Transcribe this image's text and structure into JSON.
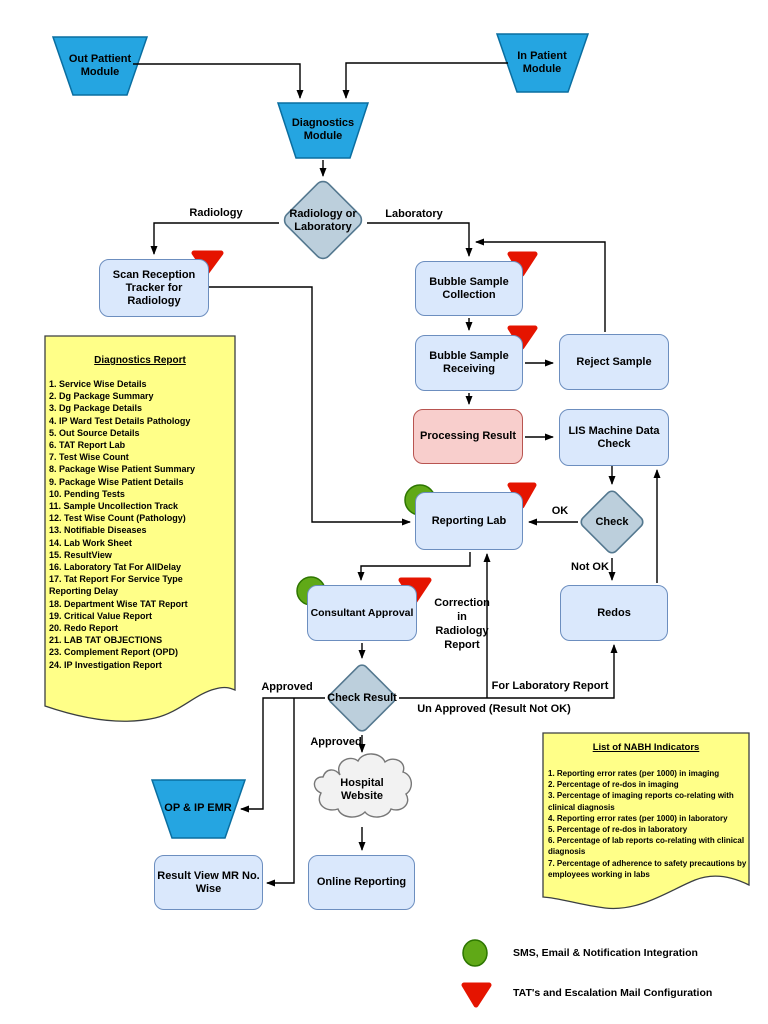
{
  "diagram": {
    "nodes": {
      "out_patient": "Out Pattient Module",
      "in_patient": "In Patient Module",
      "diagnostics": "Diagnostics Module",
      "radiology_or_laboratory": "Radiology or Laboratory",
      "scan_reception": "Scan Reception Tracker for Radiology",
      "bubble_collection": "Bubble Sample Collection",
      "bubble_receiving": "Bubble Sample Receiving",
      "reject_sample": "Reject Sample",
      "processing_result": "Processing Result",
      "lis_check": "LIS Machine Data Check",
      "check": "Check",
      "reporting_lab": "Reporting Lab",
      "redos": "Redos",
      "consultant_approval": "Consultant Approval",
      "check_result": "Check Result",
      "hospital_website": "Hospital Website",
      "op_ip_emr": "OP & IP EMR",
      "result_view": "Result View MR No. Wise",
      "online_reporting": "Online Reporting"
    },
    "edge_labels": {
      "radiology": "Radiology",
      "laboratory": "Laboratory",
      "ok": "OK",
      "not_ok": "Not OK",
      "approved_left": "Approved",
      "approved_down": "Approved",
      "un_approved": "Un Approved (Result Not OK)",
      "for_laboratory": "For Laboratory Report",
      "correction": "Correction in Radiology Report"
    },
    "notes": {
      "diagnostics_report": {
        "title": "Diagnostics Report",
        "items": [
          "1. Service Wise Details",
          "2. Dg Package Summary",
          "3. Dg Package Details",
          "4. IP Ward Test Details Pathology",
          "5. Out Source Details",
          "6. TAT Report Lab",
          "7. Test Wise Count",
          "8. Package Wise Patient Summary",
          "9. Package Wise Patient Details",
          "10. Pending Tests",
          "11. Sample Uncollection Track",
          "12. Test Wise Count (Pathology)",
          "13. Notifiable Diseases",
          "14. Lab Work Sheet",
          "15. ResultView",
          "16. Laboratory Tat For AllDelay",
          "17. Tat Report For Service Type Reporting Delay",
          "18. Department Wise TAT Report",
          "19. Critical Value Report",
          "20. Redo Report",
          "21. LAB TAT OBJECTIONS",
          "23. Complement Report (OPD)",
          "24. IP Investigation Report"
        ]
      },
      "nabh_indicators": {
        "title": "List of NABH Indicators",
        "items": [
          "1. Reporting error rates (per 1000) in imaging",
          "2. Percentage of re-dos in imaging",
          "3. Percentage of imaging reports co-relating with clinical diagnosis",
          "4. Reporting error rates (per 1000) in laboratory",
          "5. Percentage of re-dos in laboratory",
          "6. Percentage of lab reports co-relating with clinical diagnosis",
          "7. Percentage of adherence to safety precautions by employees working in labs"
        ]
      }
    },
    "legend": [
      {
        "icon": "green-circle",
        "label": "SMS, Email & Notification Integration"
      },
      {
        "icon": "red-triangle",
        "label": "TAT's and Escalation Mail Configuration"
      }
    ],
    "colors": {
      "node_fill": "#dae8fc",
      "node_border": "#6c8ebf",
      "alert_fill": "#f8cecc",
      "alert_border": "#b85450",
      "module_fill": "#25a5e1",
      "module_border": "#0a6ea0",
      "decision_fill": "#bccfdc",
      "decision_border": "#54788f",
      "note_fill": "#ffff88",
      "badge_green": "#60a917",
      "badge_red": "#e51400",
      "cloud_fill": "#f2f2f2"
    }
  }
}
